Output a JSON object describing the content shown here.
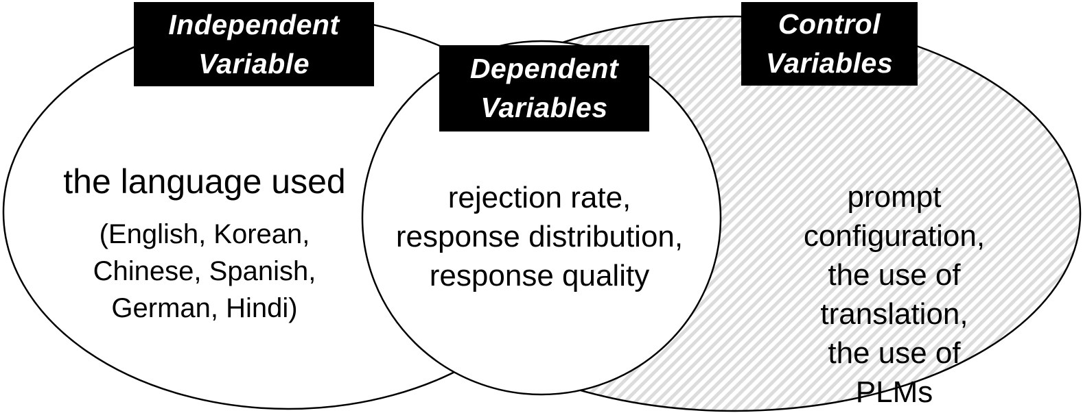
{
  "figure": {
    "type": "venn-diagram",
    "description": "Three overlapping ellipses showing experimental variable groups",
    "colors": {
      "background": "#ffffff",
      "ellipse_outline": "#000000",
      "ellipse_fill": "#ffffff",
      "label_bg": "#000000",
      "label_text": "#ffffff",
      "body_text": "#000000",
      "hatch_stripe": "#dcdcdc",
      "hatch_bg": "#ffffff"
    },
    "sets": {
      "independent": {
        "label_lines": [
          "Independent",
          "Variable"
        ],
        "main_text": "the language used",
        "detail_lines": [
          "(English, Korean,",
          "Chinese, Spanish,",
          "German, Hindi)"
        ]
      },
      "dependent": {
        "label_lines": [
          "Dependent",
          "Variables"
        ],
        "content_lines": [
          "rejection rate,",
          "response distribution,",
          "response quality"
        ]
      },
      "control": {
        "label_lines": [
          "Control",
          "Variables"
        ],
        "content_lines": [
          "prompt configuration,",
          "the use of translation,",
          "the use of PLMs"
        ]
      }
    }
  }
}
